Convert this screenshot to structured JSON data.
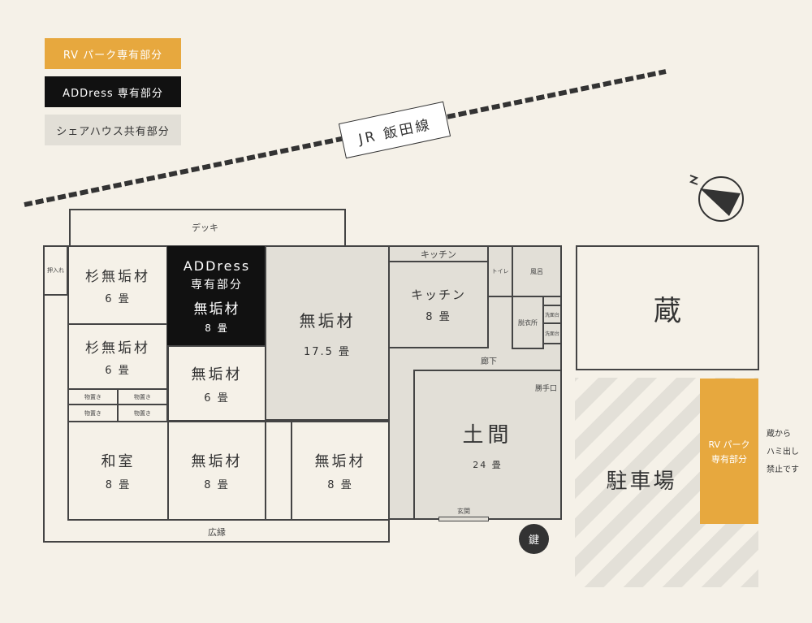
{
  "legend": {
    "rv": "RV パーク専有部分",
    "address": "ADDress 専有部分",
    "share": "シェアハウス共有部分"
  },
  "railway": "JR 飯田線",
  "rooms": {
    "deck": "デッキ",
    "oshiire": "押入れ",
    "sugi1": {
      "name": "杉無垢材",
      "size": "6 畳"
    },
    "sugi2": {
      "name": "杉無垢材",
      "size": "6 畳"
    },
    "address": {
      "line1": "ADDress",
      "line2": "専有部分",
      "name": "無垢材",
      "size": "8 畳"
    },
    "mid6": {
      "name": "無垢材",
      "size": "6 畳"
    },
    "big": {
      "name": "無垢材",
      "size": "17.5 畳"
    },
    "kitchen_top": "キッチン",
    "kitchen": {
      "name": "キッチン",
      "size": "8 畳"
    },
    "toilet": "トイレ",
    "bath": "風呂",
    "dressing": "脱衣所",
    "sink1": "洗面台",
    "sink2": "洗面台",
    "corridor": "廊下",
    "katteguchi": "勝手口",
    "doma": {
      "name": "土間",
      "size": "24 畳"
    },
    "genkan": "玄関",
    "washitsu": {
      "name": "和室",
      "size": "8 畳"
    },
    "bottom8a": {
      "name": "無垢材",
      "size": "8 畳"
    },
    "bottom8b": {
      "name": "無垢材",
      "size": "8 畳"
    },
    "hiroen": "広縁",
    "mono": [
      "物置き",
      "物置き",
      "物置き",
      "物置き"
    ]
  },
  "kura": "蔵",
  "parking": "駐車場",
  "rv_area": {
    "line1": "RV パーク",
    "line2": "専有部分"
  },
  "note": [
    "蔵から",
    "ハミ出し",
    "禁止です"
  ],
  "key": "鍵",
  "colors": {
    "rv": "#e7a83e",
    "address": "#111111",
    "share": "#e2dfd7",
    "background": "#f5f1e8"
  }
}
